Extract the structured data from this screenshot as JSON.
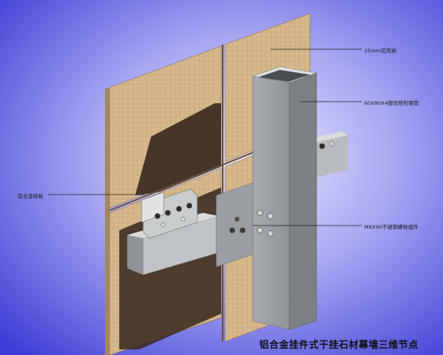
{
  "labels": {
    "granite": "25mm花岗岩",
    "steel_tube": "60X80X4镀锌矩形钢管",
    "hanger": "铝合金挂板",
    "bolt": "M8X90不锈钢螺栓组件"
  },
  "title": "铝合金挂件式干挂石材幕墙三维节点",
  "colors": {
    "background": "#5a5aea",
    "stone": "#d3b58a",
    "stone_shadow": "#3a2a20",
    "steel": "#9ea3a6",
    "steel_dark": "#6e7275",
    "aluminum": "#c9cccd"
  }
}
